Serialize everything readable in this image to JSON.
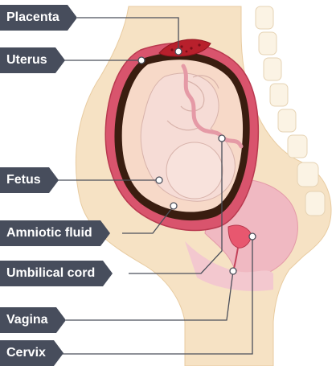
{
  "labels": {
    "placenta": "Placenta",
    "uterus": "Uterus",
    "fetus": "Fetus",
    "amniotic_fluid": "Amniotic fluid",
    "umbilical_cord": "Umbilical cord",
    "vagina": "Vagina",
    "cervix": "Cervix"
  },
  "colors": {
    "label_bg": "#474d5c",
    "label_text": "#ffffff",
    "body_skin": "#f6e2c4",
    "uterus_wall": "#d9546d",
    "amniotic_dark": "#3a1d10",
    "fetus_skin": "#f6dcd6",
    "placenta": "#b8202c",
    "bladder_pink": "#f0b9c2"
  }
}
